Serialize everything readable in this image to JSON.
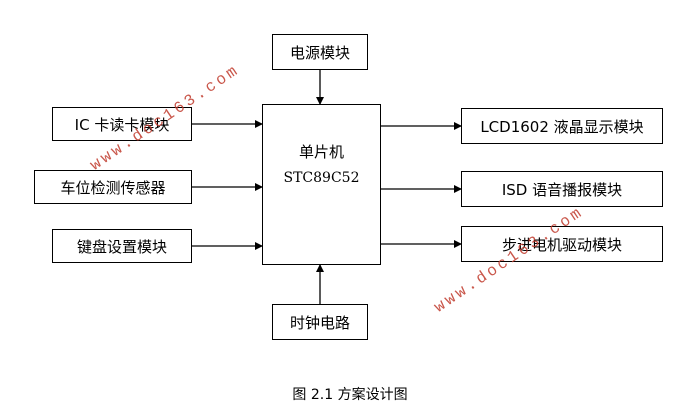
{
  "nodes": {
    "power": "电源模块",
    "ic_card": "IC 卡读卡模块",
    "parking_sensor": "车位检测传感器",
    "keyboard": "键盘设置模块",
    "mcu_line1": "单片机",
    "mcu_line2": "STC89C52",
    "lcd": "LCD1602 液晶显示模块",
    "isd": "ISD 语音播报模块",
    "stepper": "步进电机驱动模块",
    "clock": "时钟电路"
  },
  "caption": "图 2.1 方案设计图",
  "watermarks": [
    "www.doc163.com",
    "www.doc163.com"
  ],
  "colors": {
    "watermark": "#c0392b",
    "line": "#000000"
  }
}
